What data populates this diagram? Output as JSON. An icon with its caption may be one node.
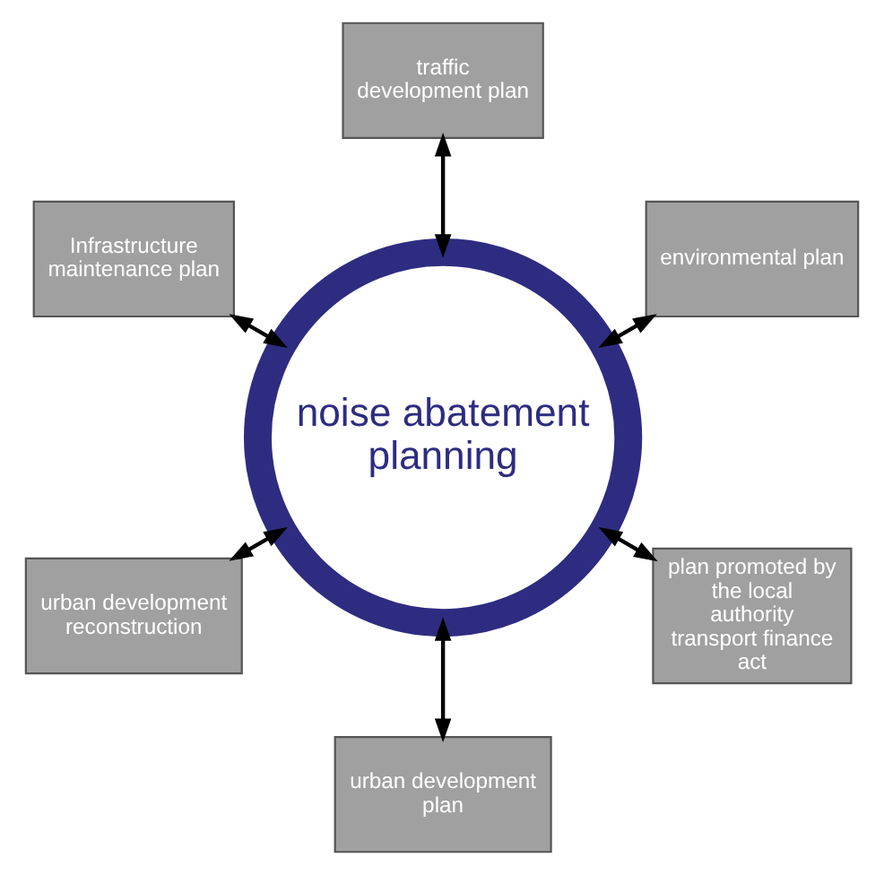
{
  "diagram": {
    "nodes": [
      {
        "text": [
          "noise abatement planning"
        ]
      },
      {
        "text": [
          "environmental plan"
        ]
      },
      {
        "text": [
          "traffic development plan"
        ]
      },
      {
        "text": [
          "Infrastructure maintenance plan"
        ]
      },
      {
        "text": [
          "urban development reconstruction"
        ]
      },
      {
        "text": [
          "urban development plan"
        ]
      },
      {
        "text": [
          "plan promoted by the local authority transport finance act"
        ]
      }
    ],
    "edges": [
      {
        "from": 1,
        "to": 0,
        "arrow": "both"
      },
      {
        "from": 2,
        "to": 0,
        "arrow": "both"
      },
      {
        "from": 3,
        "to": 0,
        "arrow": "both"
      },
      {
        "from": 4,
        "to": 0,
        "arrow": "both"
      },
      {
        "from": 5,
        "to": 0,
        "arrow": "both"
      },
      {
        "from": 6,
        "to": 0,
        "arrow": "both"
      }
    ]
  }
}
